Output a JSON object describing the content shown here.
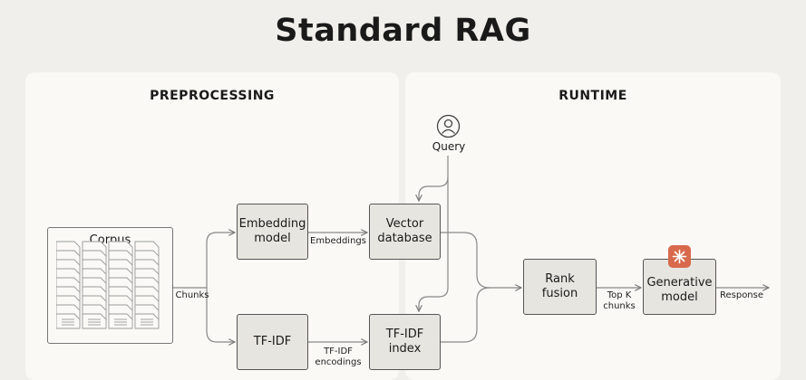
{
  "title": "Standard RAG",
  "panels": {
    "preprocessing": "PREPROCESSING",
    "runtime": "RUNTIME"
  },
  "nodes": {
    "corpus": "Corpus",
    "embedding_model": [
      "Embedding",
      "model"
    ],
    "vector_database": [
      "Vector",
      "database"
    ],
    "tfidf": "TF-IDF",
    "tfidf_index": [
      "TF-IDF",
      "index"
    ],
    "query": "Query",
    "rank_fusion": [
      "Rank",
      "fusion"
    ],
    "generative_model": [
      "Generative",
      "model"
    ]
  },
  "edges": {
    "chunks": "Chunks",
    "embeddings": "Embeddings",
    "tfidf_encodings": [
      "TF-IDF",
      "encodings"
    ],
    "top_k_chunks": [
      "Top K",
      "chunks"
    ],
    "response": "Response"
  },
  "icons": {
    "query": "user-icon",
    "generative": "sparkle-icon"
  },
  "colors": {
    "background": "#f0efeb",
    "panel": "#faf9f6",
    "node_fill": "#e7e5df",
    "accent": "#d8694c"
  }
}
